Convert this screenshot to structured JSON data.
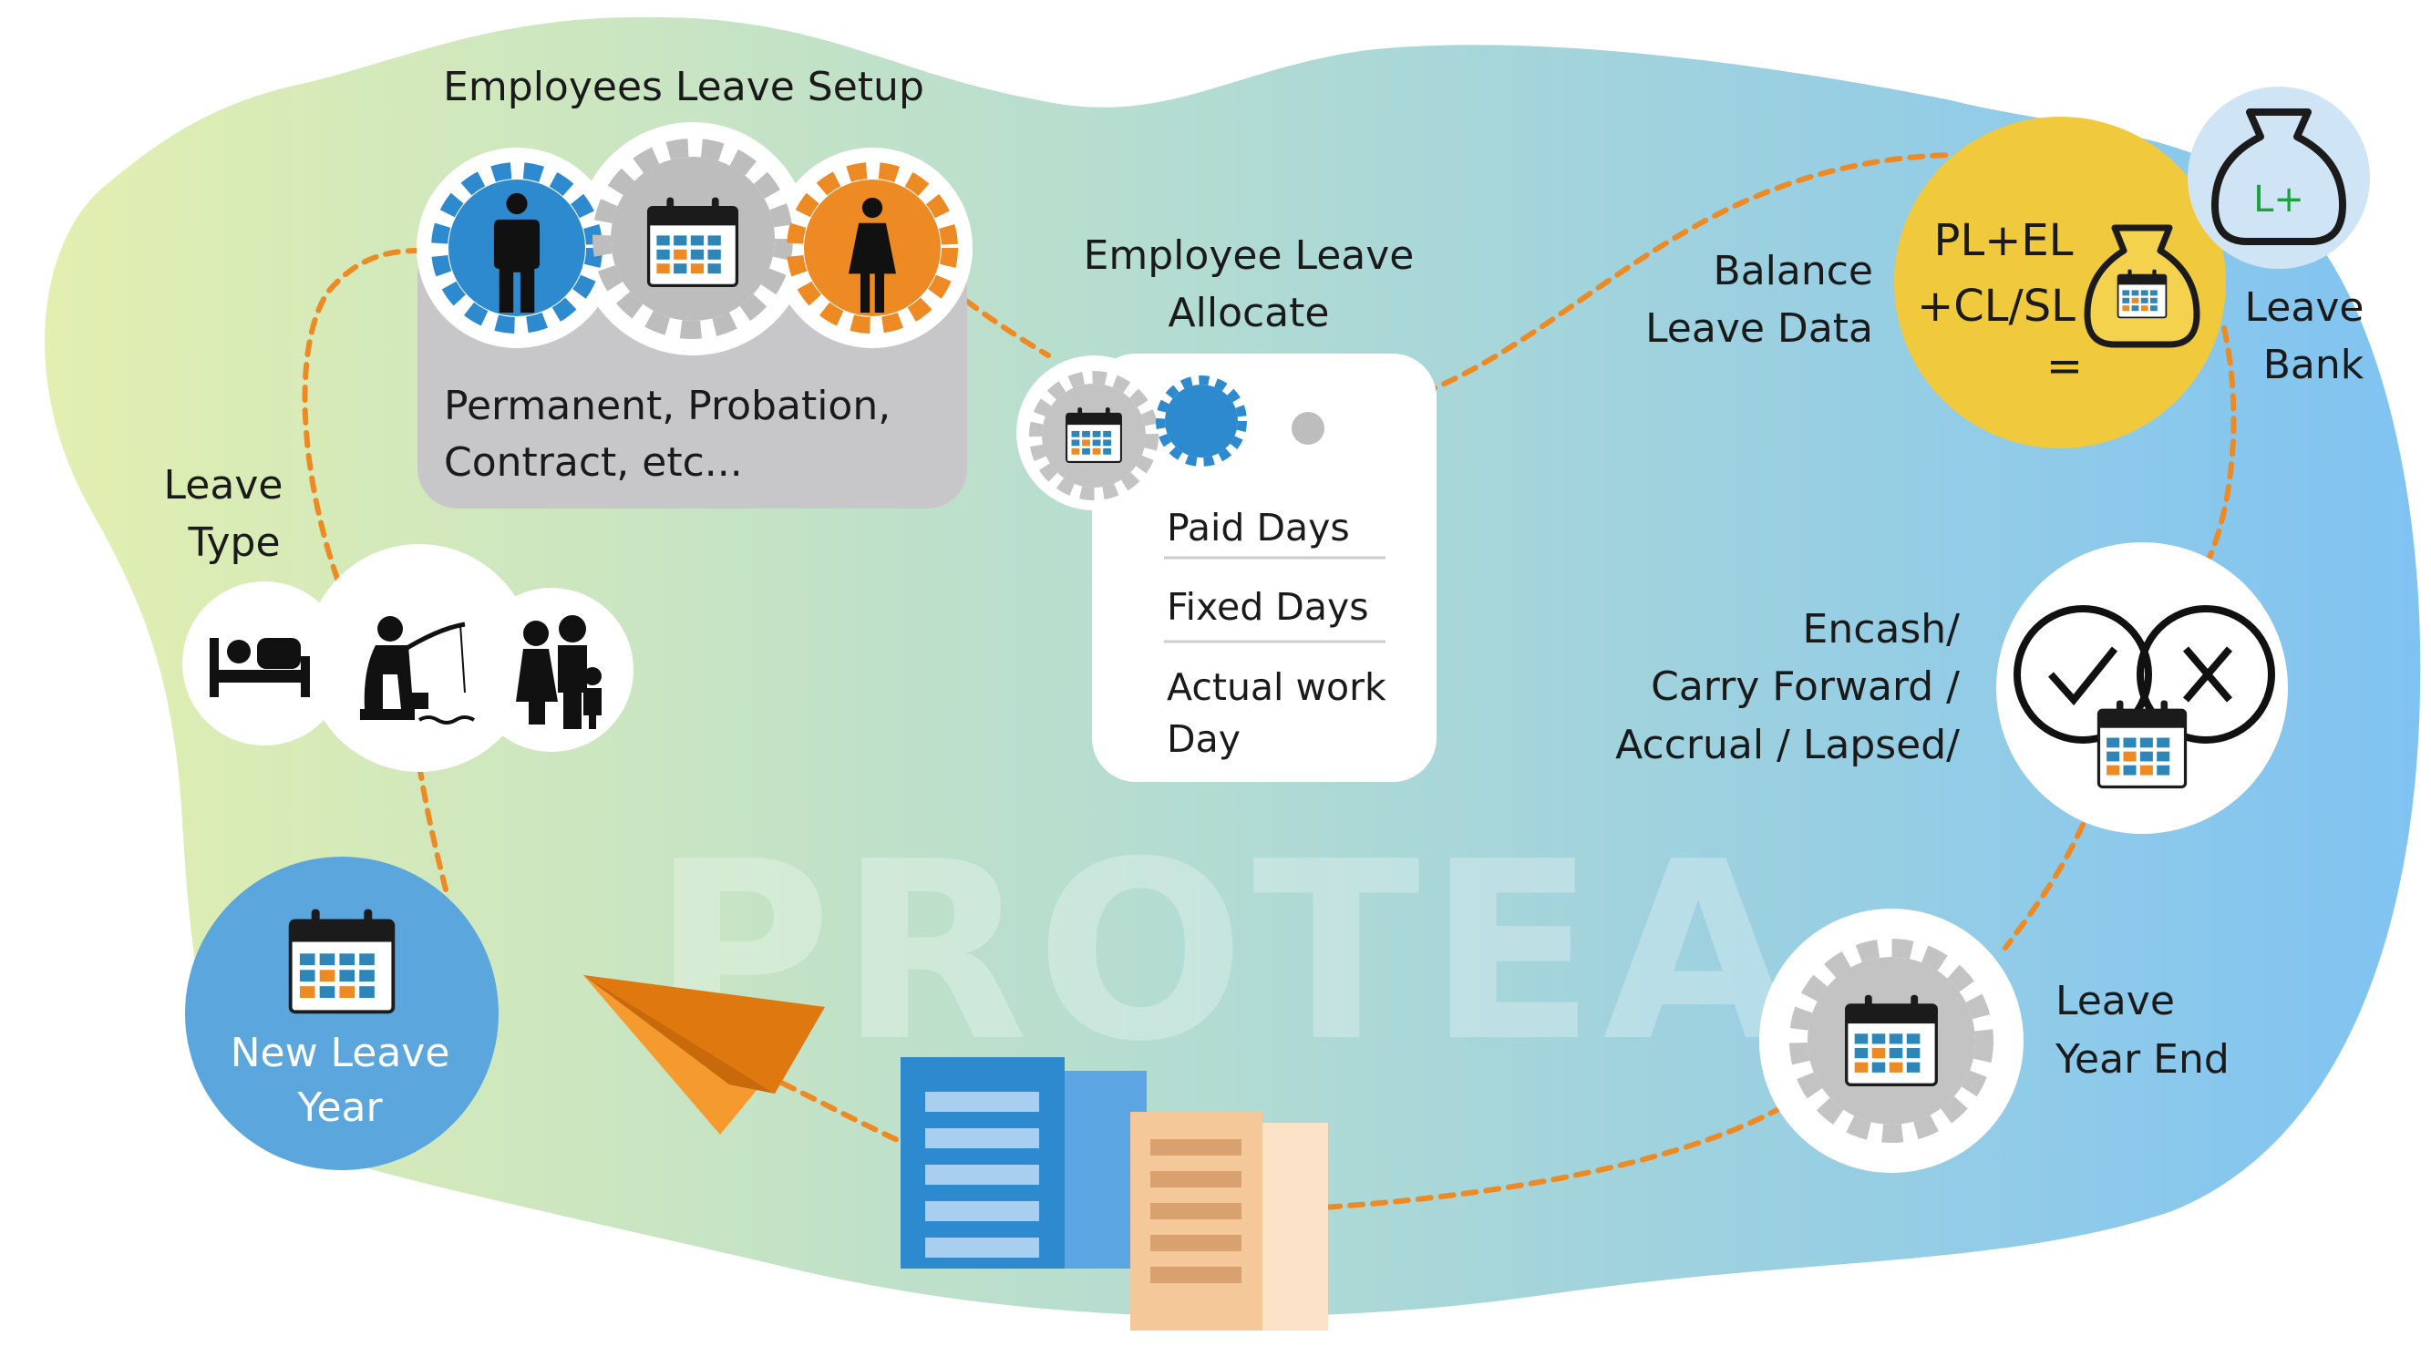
{
  "watermark": "PROTEA",
  "colors": {
    "green": "#dcebb0",
    "teal": "#a9d8d8",
    "blue": "#82c2ee",
    "orange": "#ee8a23",
    "dark_blue": "#2e8ace",
    "gray": "#c7c7c9",
    "yellow": "#f0c93c",
    "new_year_blue": "#5aa6dd"
  },
  "setup": {
    "title": "Employees Leave Setup",
    "line1": "Permanent, Probation,",
    "line2": "Contract, etc..."
  },
  "allocate": {
    "title_l1": "Employee Leave",
    "title_l2": "Allocate",
    "options": [
      "Paid Days",
      "Fixed Days",
      "Actual work",
      "Day"
    ]
  },
  "balance": {
    "l1": "Balance",
    "l2": "Leave Data"
  },
  "formula": {
    "l1": "PL+EL",
    "l2": "+CL/SL",
    "l3": "="
  },
  "bank": {
    "badge": "L+",
    "l1": "Leave",
    "l2": "Bank"
  },
  "leave_type": {
    "l1": "Leave",
    "l2": "Type"
  },
  "encash": {
    "l1": "Encash/",
    "l2": "Carry Forward /",
    "l3": "Accrual / Lapsed/"
  },
  "year_end": {
    "l1": "Leave",
    "l2": "Year End"
  },
  "new_year": {
    "l1": "New Leave",
    "l2": "Year"
  }
}
